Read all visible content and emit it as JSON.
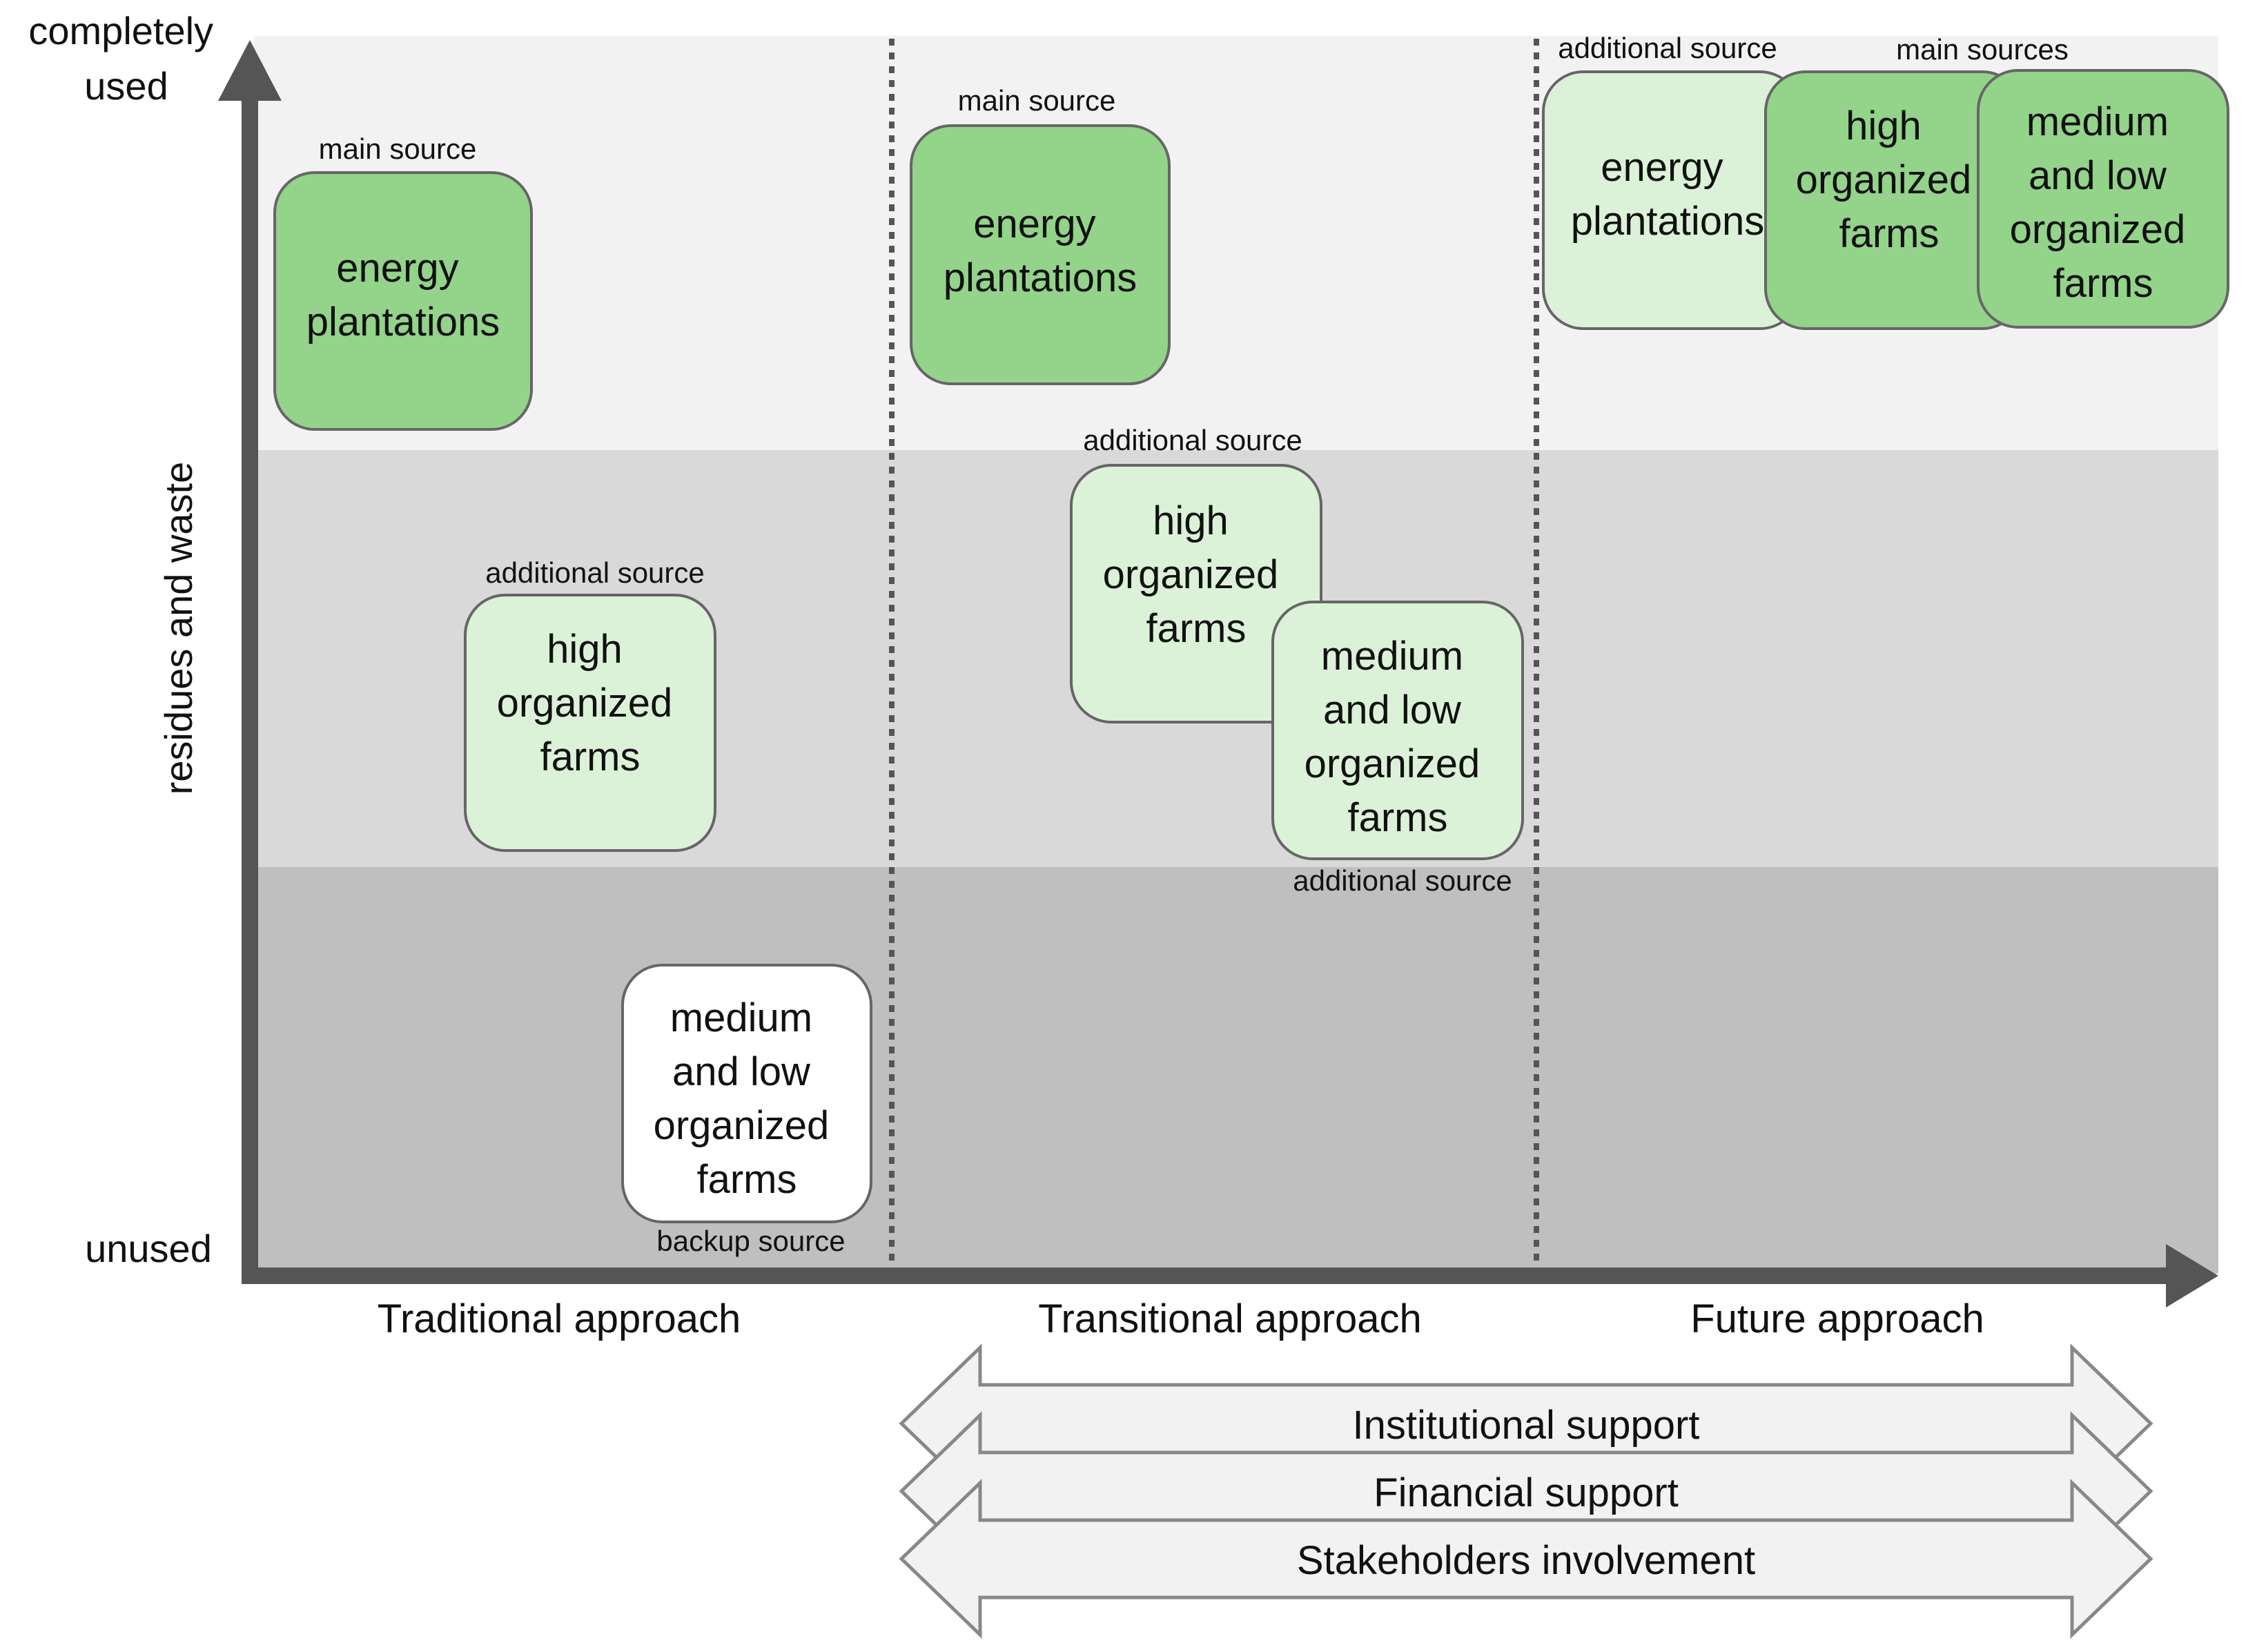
{
  "y_axis": {
    "top_label": [
      "completely",
      "used"
    ],
    "bottom_label": "unused",
    "title": "residues and waste"
  },
  "approaches": [
    "Traditional approach",
    "Transitional approach",
    "Future approach"
  ],
  "colors": {
    "band_top": "#f2f2f2",
    "band_middle": "#d9d9d9",
    "band_bottom": "#bfbfbf",
    "main_source_fill": "#93d38a",
    "additional_source_fill": "#dcf2d8",
    "backup_source_fill": "#ffffff",
    "box_border": "#666666",
    "axis": "#555555",
    "arrow_fill": "#f2f2f2",
    "arrow_border": "#888888"
  },
  "sources": {
    "traditional": {
      "energy_label": "main source",
      "energy": [
        "energy",
        "plantations"
      ],
      "high_label": "additional source",
      "high": [
        "high",
        "organized",
        "farms"
      ],
      "medium_label": "backup source",
      "medium": [
        "medium",
        "and low",
        "organized",
        "farms"
      ]
    },
    "transitional": {
      "energy_label": "main source",
      "energy": [
        "energy",
        "plantations"
      ],
      "high_label": "additional source",
      "high": [
        "high",
        "organized",
        "farms"
      ],
      "medium_label": "additional source",
      "medium": [
        "medium",
        "and low",
        "organized",
        "farms"
      ]
    },
    "future": {
      "energy_label": "additional source",
      "energy": [
        "energy",
        "plantations"
      ],
      "main_label": "main sources",
      "high": [
        "high",
        "organized",
        "farms"
      ],
      "medium": [
        "medium",
        "and low",
        "organized",
        "farms"
      ]
    }
  },
  "support": [
    "Institutional support",
    "Financial support",
    "Stakeholders involvement"
  ]
}
